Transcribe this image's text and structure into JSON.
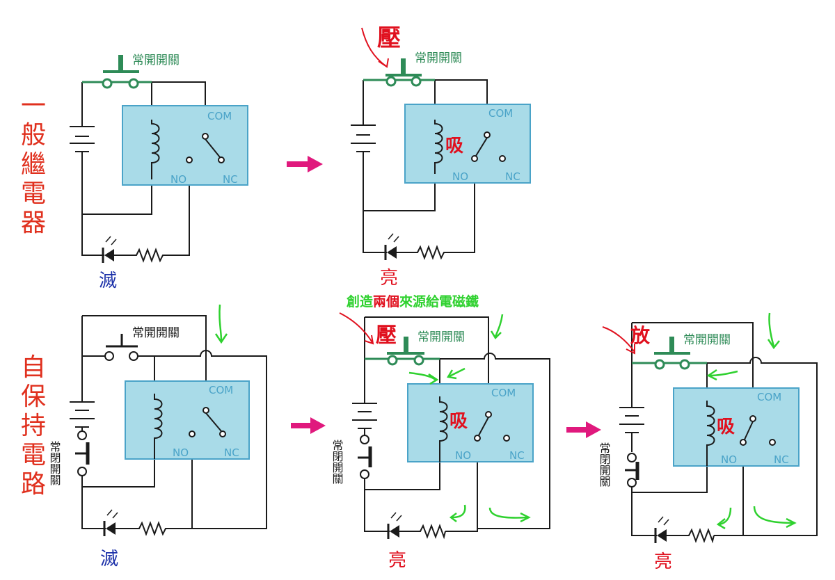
{
  "row_titles": {
    "general_relay": "一\n般\n繼\n電\n器",
    "self_holding": "自\n保\n持\n電\n路"
  },
  "labels": {
    "no_switch": "常開開關",
    "nc_switch": "常閉開關",
    "com": "COM",
    "no": "NO",
    "nc": "NC",
    "press": "壓",
    "release": "放",
    "attract": "吸",
    "off": "滅",
    "on": "亮",
    "caption_part1": "創造",
    "caption_part2": "兩個",
    "caption_part3": "來源給電磁鐵"
  },
  "colors": {
    "title_red": "#e0301e",
    "switch_green": "#2e8b57",
    "relay_fill": "#a9dbe8",
    "relay_stroke": "#4aa3c8",
    "wire": "#1a1a1a",
    "arrow_magenta": "#e0197d",
    "annot_green": "#2fd12f",
    "annot_red": "#e0101e",
    "off_blue": "#1a2fa8"
  }
}
